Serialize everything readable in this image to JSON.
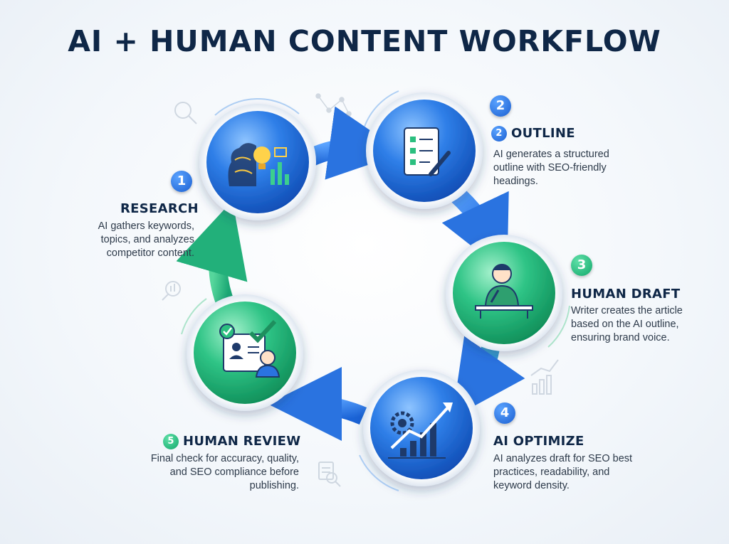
{
  "title": "AI + HUMAN CONTENT WORKFLOW",
  "colors": {
    "blue": "#1b5fd1",
    "green": "#12a86b",
    "navy": "#0f2747"
  },
  "steps": [
    {
      "number": "1",
      "title": "RESEARCH",
      "description": "AI gathers keywords, topics, and analyzes competitor content.",
      "icon": "brain-lightbulb-chart-icon",
      "color": "blue"
    },
    {
      "number": "2",
      "title": "OUTLINE",
      "description": "AI generates a structured outline with SEO-friendly headings.",
      "icon": "checklist-document-icon",
      "color": "blue"
    },
    {
      "number": "3",
      "title": "HUMAN DRAFT",
      "description": "Writer creates the article based on the AI outline, ensuring brand voice.",
      "icon": "writer-at-desk-icon",
      "color": "green"
    },
    {
      "number": "4",
      "title": "AI OPTIMIZE",
      "description": "AI analyzes draft for SEO best practices, readability, and keyword density.",
      "icon": "gear-growth-chart-icon",
      "color": "blue"
    },
    {
      "number": "5",
      "title": "HUMAN REVIEW",
      "description": "Final check for accuracy, quality, and SEO compliance before publishing.",
      "icon": "approval-document-person-icon",
      "color": "green"
    }
  ]
}
